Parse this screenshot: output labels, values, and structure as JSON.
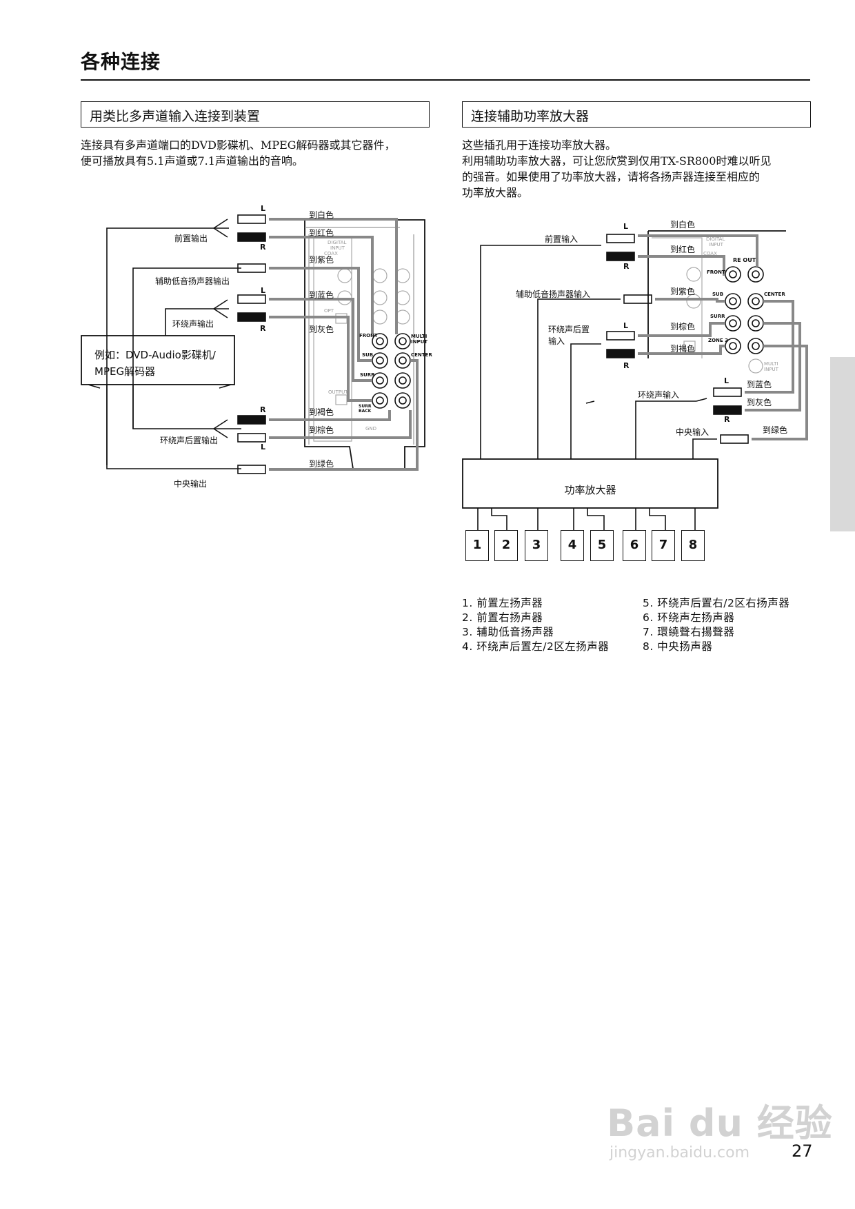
{
  "page_title": "各种连接",
  "left_section": {
    "heading": "用类比多声道输入连接到装置",
    "body": [
      "连接具有多声道端口的DVD影碟机、MPEG解码器或其它器件，",
      "便可播放具有5.1声道或7.1声道输出的音响。"
    ],
    "source_labels": [
      "前置输出",
      "辅助低音扬声器输出",
      "环绕声输出",
      "环绕声后置输出",
      "中央输出"
    ],
    "device_label": [
      "例如：DVD-Audio影碟机/",
      "MPEG解码器"
    ],
    "color_labels": [
      "到白色",
      "到红色",
      "到紫色",
      "到蓝色",
      "到灰色",
      "到褐色",
      "到棕色",
      "到绿色"
    ]
  },
  "right_section": {
    "heading": "连接辅助功率放大器",
    "body": [
      "这些插孔用于连接功率放大器。",
      "利用辅助功率放大器，可让您欣赏到仅用TX-SR800时难以听见",
      "的强音。如果使用了功率放大器，请将各扬声器连接至相应的",
      "功率放大器。"
    ],
    "input_labels": [
      "前置输入",
      "辅助低音扬声器输入",
      "环绕声后置",
      "输入",
      "环绕声输入",
      "中央输入"
    ],
    "color_labels": [
      "到白色",
      "到红色",
      "到紫色",
      "到棕色",
      "到褐色",
      "到蓝色",
      "到灰色",
      "到绿色"
    ],
    "amplifier_label": "功率放大器",
    "speaker_numbers": [
      "1",
      "2",
      "3",
      "4",
      "5",
      "6",
      "7",
      "8"
    ],
    "speaker_list_left": [
      "1.  前置左扬声器",
      "2.  前置右扬声器",
      "3.  辅助低音扬声器",
      "4.  环绕声后置左/2区左扬声器"
    ],
    "speaker_list_right": [
      "5.  环绕声后置右/2区右扬声器",
      "6.  环绕声左扬声器",
      "7.  環繞聲右揚聲器",
      "8.  中央扬声器"
    ]
  },
  "channel_markers": [
    "L",
    "R"
  ],
  "panel_labels": [
    "DIGITAL",
    "INPUT",
    "COAX",
    "OPT",
    "OUTPUT",
    "FRONT",
    "SUB",
    "SURR",
    "CENTER",
    "MULTI",
    "INPUT",
    "SURR BACK",
    "ZONE 2",
    "RE OUT",
    "GND"
  ],
  "page_number": "27",
  "watermark": {
    "brand": "Bai du 经验",
    "url": "jingyan.baidu.com"
  }
}
